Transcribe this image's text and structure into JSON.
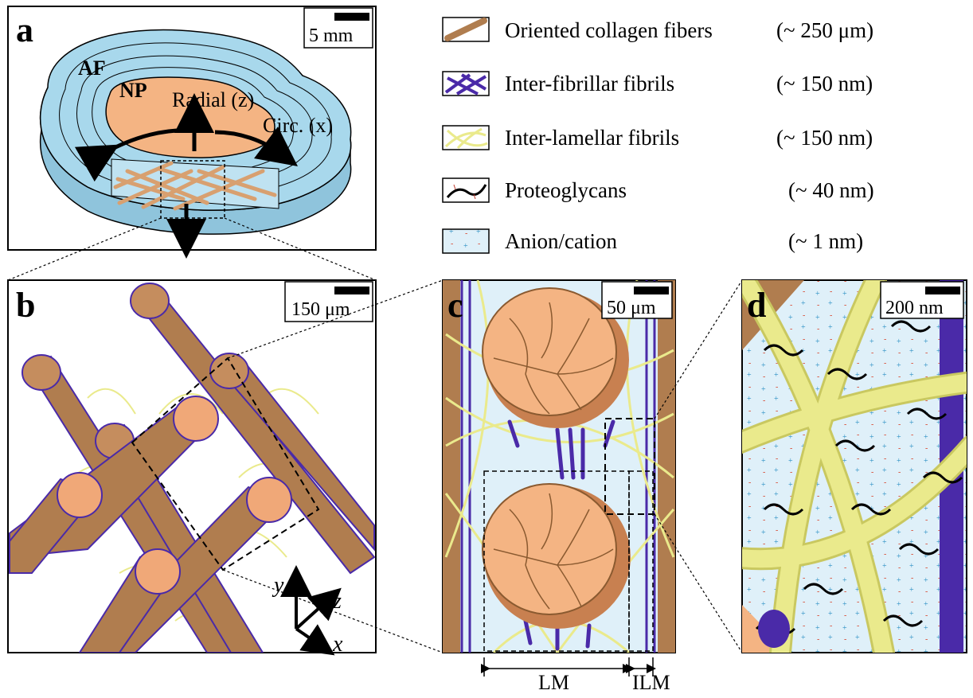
{
  "panels": {
    "a": {
      "letter": "a",
      "scale_bar": "5 mm",
      "labels": {
        "af": "AF",
        "np": "NP",
        "radial": "Radial (z)",
        "circ": "Circ. (x)"
      }
    },
    "b": {
      "letter": "b",
      "scale_bar": "150 μm",
      "axes": {
        "y": "y",
        "z": "z",
        "x": "x"
      }
    },
    "c": {
      "letter": "c",
      "scale_bar": "50 μm",
      "dimensions": {
        "lm": "LM",
        "ilm": "ILM"
      }
    },
    "d": {
      "letter": "d",
      "scale_bar": "200 nm"
    }
  },
  "legend": [
    {
      "label": "Oriented collagen fibers",
      "size": "(~ 250 μm)",
      "icon": "collagen-fiber-swatch"
    },
    {
      "label": "Inter-fibrillar fibrils",
      "size": "(~ 150 nm)",
      "icon": "inter-fibrillar-swatch"
    },
    {
      "label": "Inter-lamellar fibrils",
      "size": "(~ 150 nm)",
      "icon": "inter-lamellar-swatch"
    },
    {
      "label": "Proteoglycans",
      "size": "(~ 40 nm)",
      "icon": "proteoglycan-swatch"
    },
    {
      "label": "Anion/cation",
      "size": "(~  1 nm)",
      "icon": "ion-swatch"
    }
  ],
  "colors": {
    "collagen": "#b07d4f",
    "collagen_end": "#f0a878",
    "inter_fibrillar": "#4a2aa8",
    "inter_lamellar": "#eaea8c",
    "nucleus": "#f4b483",
    "annulus": "#a8d8ec",
    "fluid": "#dff0f9"
  }
}
